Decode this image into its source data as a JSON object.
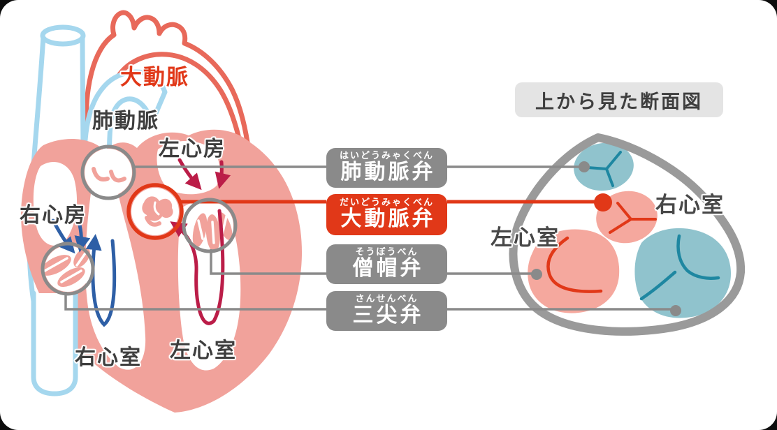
{
  "header": {
    "title": "上から見た断面図"
  },
  "heart_labels": {
    "aorta": "大動脈",
    "pulmonary_artery": "肺動脈",
    "left_atrium": "左心房",
    "right_atrium": "右心房",
    "right_ventricle": "右心室",
    "left_ventricle": "左心室"
  },
  "valve_labels": [
    {
      "furigana": "はいどうみゃくべん",
      "name": "肺動脈弁"
    },
    {
      "furigana": "だいどうみゃくべん",
      "name": "大動脈弁"
    },
    {
      "furigana": "そうぼうべん",
      "name": "僧帽弁"
    },
    {
      "furigana": "さんせんべん",
      "name": "三尖弁"
    }
  ],
  "cross_section_labels": {
    "left_ventricle": "左心室",
    "right_ventricle": "右心室"
  },
  "colors": {
    "accent_red": "#e13818",
    "aorta_stroke": "#e8695a",
    "heart_wall": "#f1a29b",
    "vein_blue": "#a5d7ee",
    "flow_blue": "#2e5fa6",
    "flow_crimson": "#bb1d48",
    "annotation_gray": "#8a8a8a",
    "outline_gray": "#9a9a9a",
    "valve_teal_fill": "#90c3cd",
    "valve_teal_line": "#1e87a1",
    "valve_pink_fill": "#f5a89e",
    "header_bg": "#e4e4e4",
    "text_dark": "#3e3e3e"
  }
}
